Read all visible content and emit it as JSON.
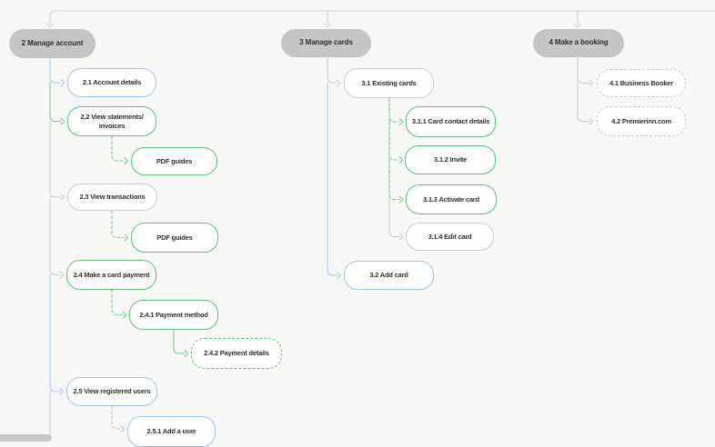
{
  "diagram": {
    "nodes": {
      "n2": {
        "label": "2 Manage account",
        "style": "root"
      },
      "n2_1": {
        "label": "2.1 Account details",
        "style": "blue"
      },
      "n2_2": {
        "label": "2.2 View statements/ invoices",
        "style": "green"
      },
      "n2_2_pdf": {
        "label": "PDF guides",
        "style": "green"
      },
      "n2_3": {
        "label": "2.3 View transactions",
        "style": "gray"
      },
      "n2_3_pdf": {
        "label": "PDF guides",
        "style": "green"
      },
      "n2_4": {
        "label": "2.4 Make a card payment",
        "style": "green"
      },
      "n2_4_1": {
        "label": "2.4.1 Payment method",
        "style": "green"
      },
      "n2_4_2": {
        "label": "2.4.2 Payment details",
        "style": "green-dashed"
      },
      "n2_5": {
        "label": "2.5 View registered users",
        "style": "blue"
      },
      "n2_5_1": {
        "label": "2.5.1 Add a user",
        "style": "blue"
      },
      "n3": {
        "label": "3 Manage cards",
        "style": "root"
      },
      "n3_1": {
        "label": "3.1 Existing cards",
        "style": "gray"
      },
      "n3_1_1": {
        "label": "3.1.1 Card contact details",
        "style": "green"
      },
      "n3_1_2": {
        "label": "3.1.2 Invite",
        "style": "green"
      },
      "n3_1_3": {
        "label": "3.1.3 Activate card",
        "style": "green"
      },
      "n3_1_4": {
        "label": "3.1.4 Edit card",
        "style": "gray"
      },
      "n3_2": {
        "label": "3.2 Add card",
        "style": "blue"
      },
      "n4": {
        "label": "4 Make a booking",
        "style": "root"
      },
      "n4_1": {
        "label": "4.1 Business Booker",
        "style": "gray-dashed"
      },
      "n4_2": {
        "label": "4.2 Premierinn.com",
        "style": "gray-dashed"
      }
    },
    "colors": {
      "background": "#f7f7f6",
      "root_fill": "#c5c5c5",
      "node_fill": "#fdfdfd",
      "border_blue": "#a3c1ef",
      "border_green": "#5dbf7d",
      "border_gray": "#cbcdce",
      "connector_gray": "#c9cdd0",
      "connector_blue": "#a9c6f2",
      "connector_green": "#79ca90",
      "text": "#2f3134"
    }
  }
}
